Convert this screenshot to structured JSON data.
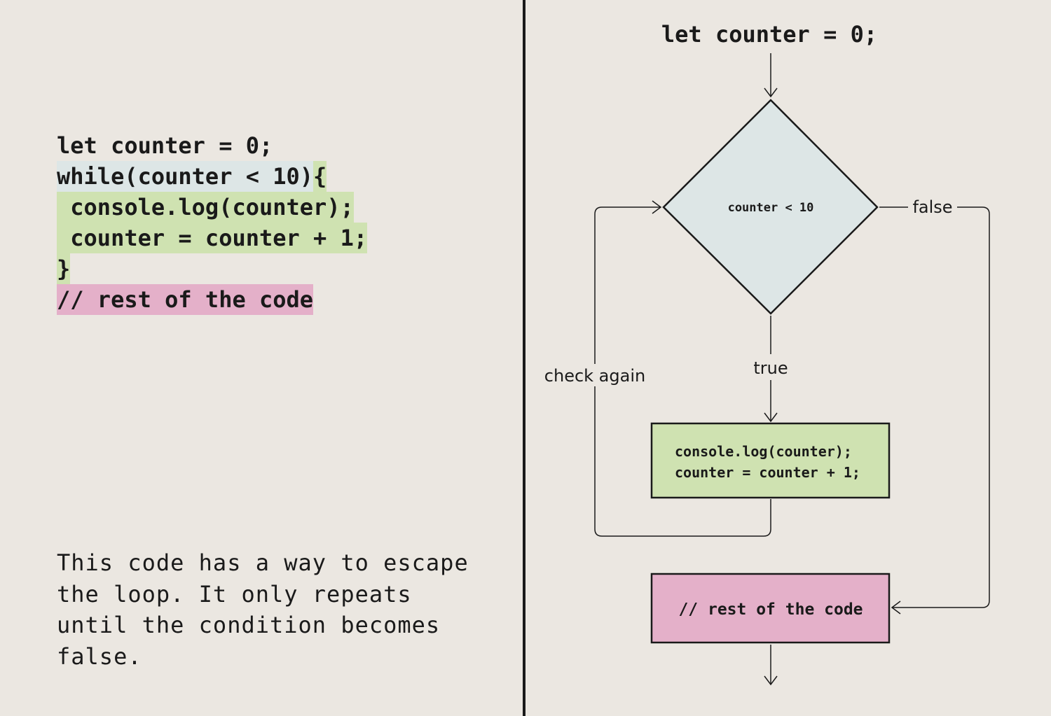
{
  "code": {
    "line1": "let counter = 0;",
    "line2_cond": "while(counter < 10)",
    "line2_brace": "{",
    "line3": " console.log(counter);",
    "line4": " counter = counter + 1;",
    "line5": "}",
    "line6": "// rest of the code"
  },
  "explanation": "This code has a way to escape\nthe loop. It only repeats\nuntil the condition becomes\nfalse.",
  "flowchart": {
    "start": "let counter = 0;",
    "condition": "counter < 10",
    "true_label": "true",
    "false_label": "false",
    "loop_label": "check again",
    "body_line1": "console.log(counter);",
    "body_line2": "counter = counter + 1;",
    "rest": "// rest of the code"
  },
  "colors": {
    "background": "#ebe7e1",
    "condition": "#dde6e6",
    "body": "#cfe2b1",
    "rest": "#e4b0c9",
    "stroke": "#1a1a1a"
  }
}
